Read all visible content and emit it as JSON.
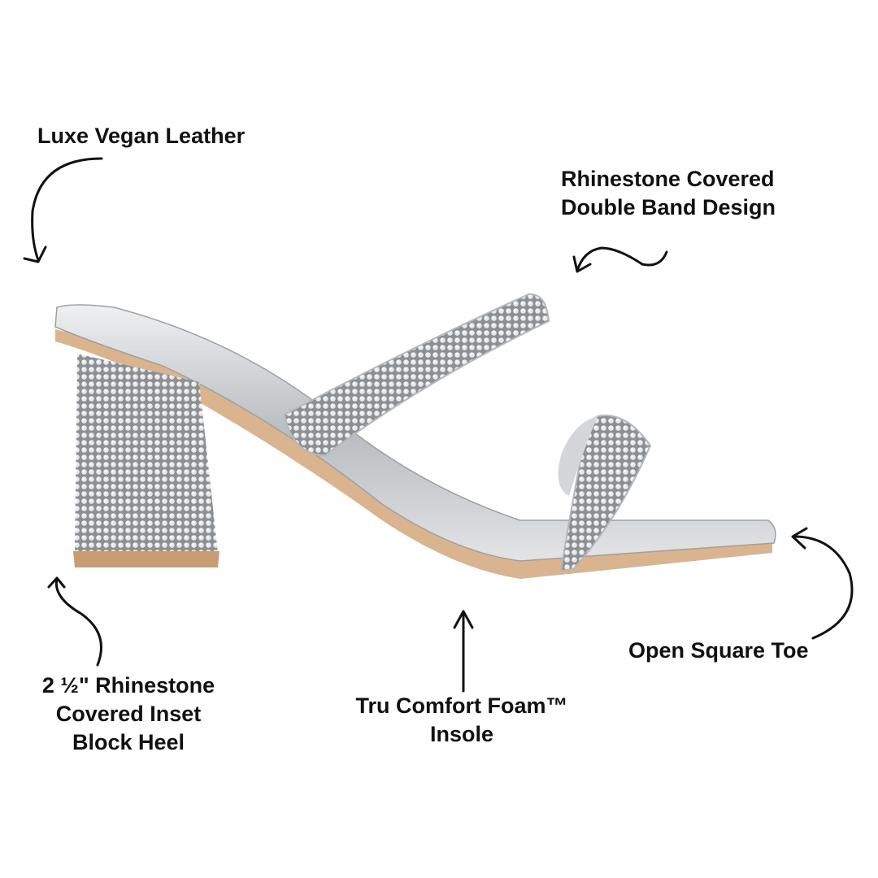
{
  "callouts": {
    "leather": "Luxe Vegan Leather",
    "band_line1": "Rhinestone Covered",
    "band_line2": "Double Band Design",
    "heel_line1": "2 ½\" Rhinestone",
    "heel_line2": "Covered Inset",
    "heel_line3": "Block Heel",
    "insole_line1": "Tru Comfort Foam™",
    "insole_line2": "Insole",
    "toe": "Open Square Toe"
  },
  "colors": {
    "text": "#111111",
    "silver": "#c9cbce",
    "sole": "#d9b48e",
    "background": "#ffffff"
  }
}
